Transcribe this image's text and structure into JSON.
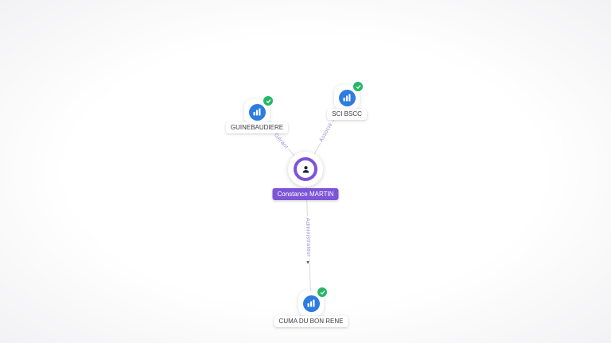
{
  "graph": {
    "person": {
      "label": "Constance MARTIN"
    },
    "companies": [
      {
        "label": "GUINEBAUDIERE"
      },
      {
        "label": "SCI BSCC"
      },
      {
        "label": "CUMA DU BON RENE"
      }
    ],
    "edges": [
      {
        "label": "Gérant",
        "from": "Constance MARTIN",
        "to": "GUINEBAUDIERE"
      },
      {
        "label": "Associé",
        "from": "Constance MARTIN",
        "to": "SCI BSCC"
      },
      {
        "label": "Administrateur",
        "from": "Constance MARTIN",
        "to": "CUMA DU BON RENE"
      }
    ]
  },
  "colors": {
    "company_icon_blue": "#2d7ce0",
    "verified_badge_green": "#27b768",
    "person_accent_purple": "#7d55d8",
    "edge_line_gray": "#d8d8de",
    "edge_label_purple": "#9d8fd2"
  },
  "icons": {
    "company": "bar-chart-icon",
    "verified": "check-icon",
    "person": "person-icon",
    "edge_arrow": "▾"
  }
}
